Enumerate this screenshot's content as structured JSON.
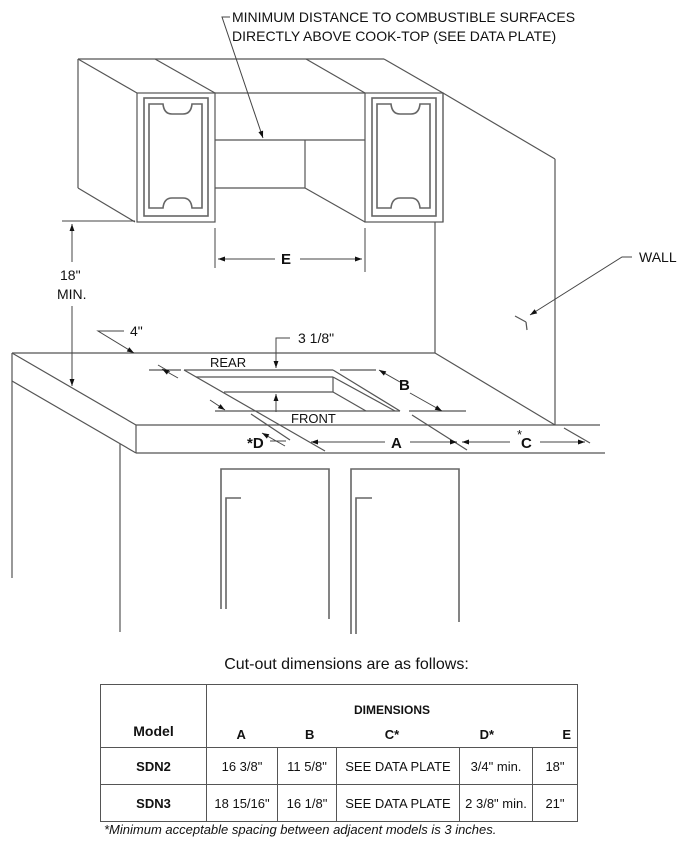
{
  "diagram": {
    "callout_top_line1": "MINIMUM DISTANCE TO COMBUSTIBLE SURFACES",
    "callout_top_line2": "DIRECTLY ABOVE COOK-TOP  (SEE DATA PLATE)",
    "label_wall": "WALL",
    "label_height_line1": "18\"",
    "label_height_line2": "MIN.",
    "label_setback": "4\"",
    "label_rear_gap": "3 1/8\"",
    "label_rear": "REAR",
    "label_front": "FRONT",
    "label_A": "A",
    "label_B": "B",
    "label_C": "C",
    "label_C_star": "*",
    "label_D": "*D",
    "label_E": "E"
  },
  "table": {
    "caption": "Cut-out dimensions are as follows:",
    "model_header": "Model",
    "dimensions_header": "DIMENSIONS",
    "columns": [
      "A",
      "B",
      "C*",
      "D*",
      "E"
    ],
    "rows": [
      {
        "model": "SDN2",
        "values": [
          "16 3/8\"",
          "11 5/8\"",
          "SEE DATA PLATE",
          "3/4\" min.",
          "18\""
        ]
      },
      {
        "model": "SDN3",
        "values": [
          "18 15/16\"",
          "16 1/8\"",
          "SEE DATA PLATE",
          "2 3/8\" min.",
          "21\""
        ]
      }
    ],
    "footnote": "*Minimum acceptable spacing between adjacent models is 3 inches."
  }
}
